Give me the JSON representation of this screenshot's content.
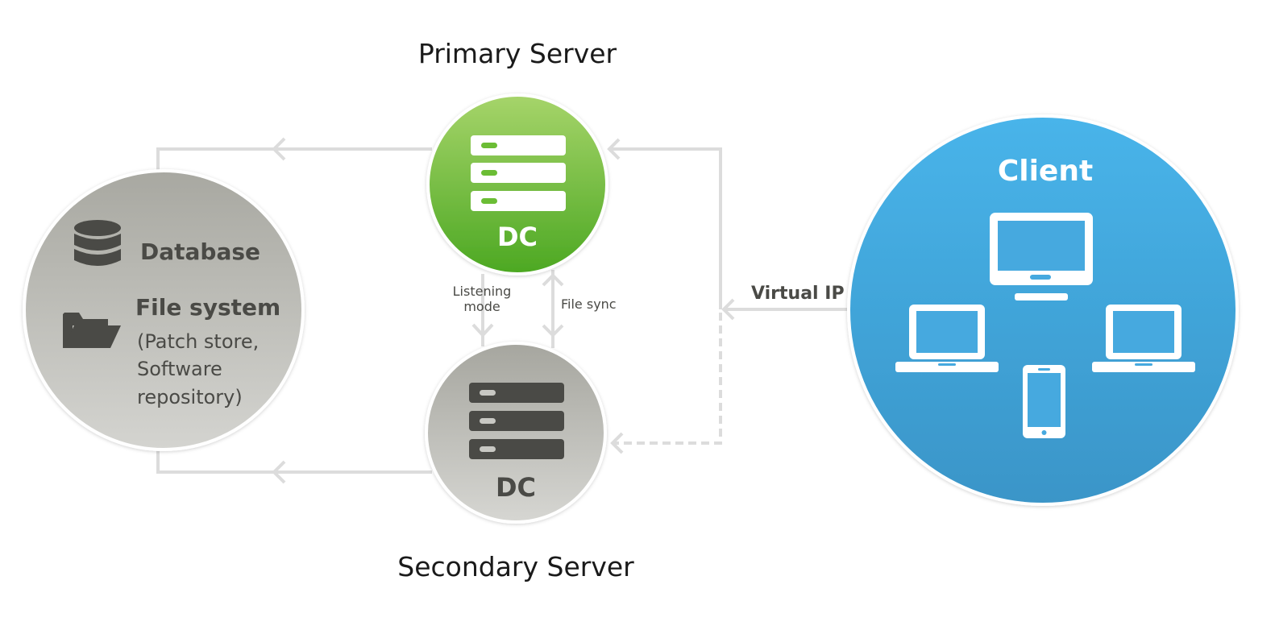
{
  "primary": {
    "heading": "Primary Server",
    "label": "DC"
  },
  "secondary": {
    "heading": "Secondary Server",
    "label": "DC"
  },
  "storage": {
    "database_label": "Database",
    "filesystem_label": "File system",
    "filesystem_detail": [
      "(Patch store,",
      "Software",
      "repository)"
    ]
  },
  "client": {
    "label": "Client"
  },
  "links": {
    "listening": [
      "Listening",
      "mode"
    ],
    "file_sync": "File sync",
    "virtual_ip": "Virtual IP"
  },
  "colors": {
    "primary_green": "#5aad2a",
    "client_blue": "#3fa6dc",
    "storage_grey": "#b4b4ad",
    "connector": "#dcdcdc",
    "dark_icon": "#4a4a46"
  }
}
